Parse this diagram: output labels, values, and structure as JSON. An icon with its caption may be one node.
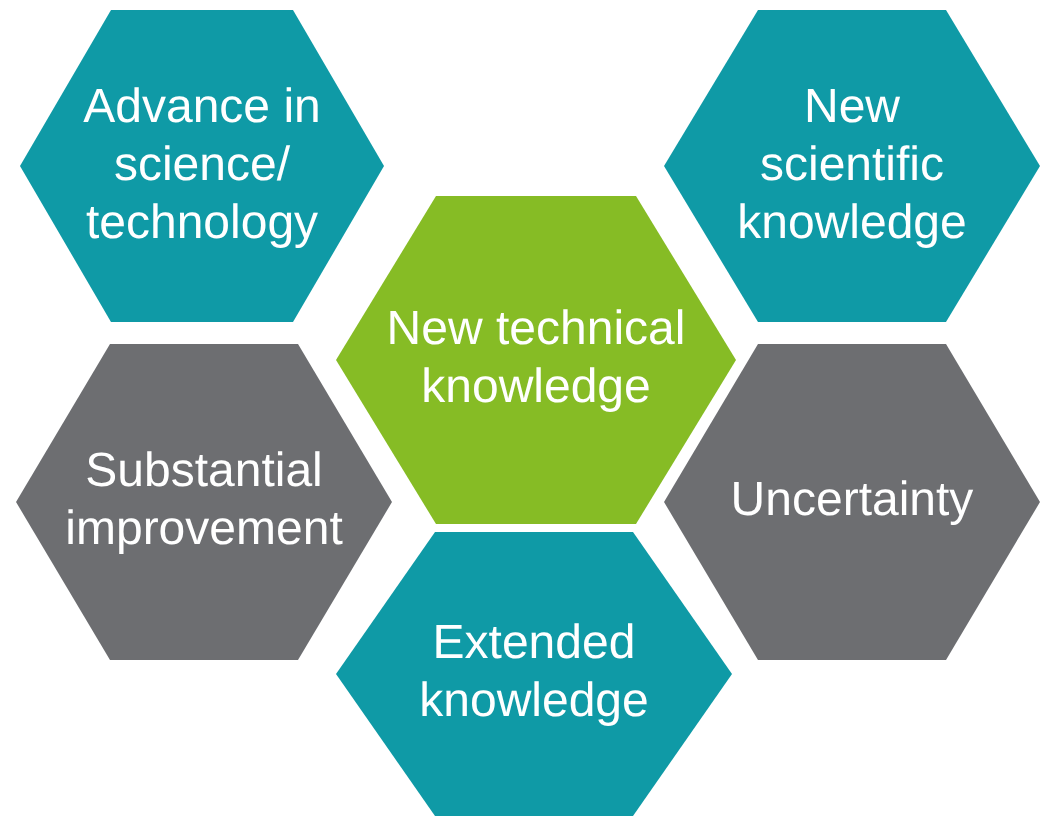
{
  "diagram": {
    "nodes": [
      {
        "text": [
          "Advance in science/ technology"
        ]
      },
      {
        "text": [
          "New scientific knowledge"
        ]
      },
      {
        "text": [
          "New technical knowledge"
        ]
      },
      {
        "text": [
          "Substantial improvement"
        ]
      },
      {
        "text": [
          "Uncertainty"
        ]
      },
      {
        "text": [
          "Extended knowledge"
        ]
      }
    ]
  }
}
